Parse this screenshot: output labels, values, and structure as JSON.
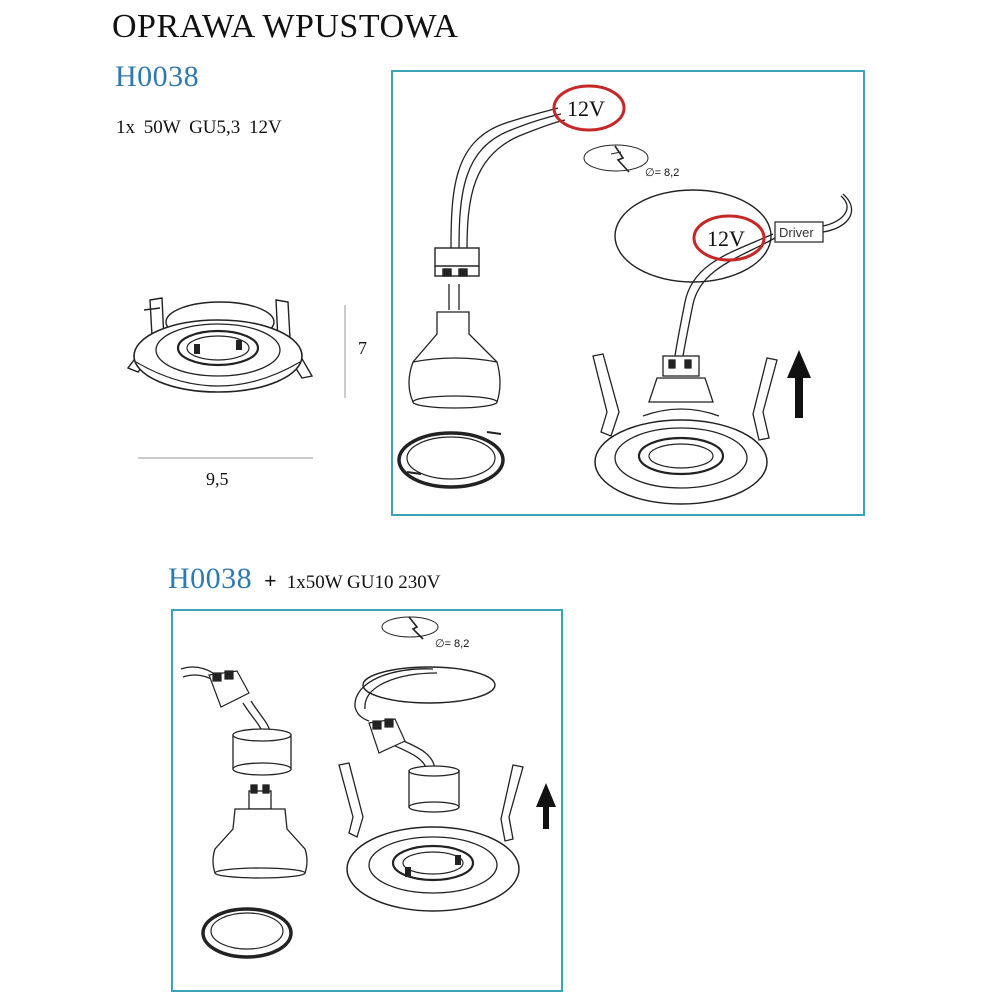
{
  "header": {
    "title": "OPRAWA WPUSTOWA",
    "model_code": "H0038",
    "spec_12v": "1x 50W   GU5,3  12V"
  },
  "dimensions": {
    "height_label": "7",
    "width_label": "9,5"
  },
  "panel_12v": {
    "voltage_label_top": "12V",
    "voltage_label_driver": "12V",
    "driver_label": "Driver",
    "hole_diameter_label": "∅= 8,2",
    "highlight_color": "#c62828",
    "border_color": "#3aa3b8"
  },
  "variant_230v": {
    "model_code": "H0038",
    "plus_sign": "+",
    "spec": "1x50W  GU10  230V",
    "hole_diameter_label": "∅= 8,2",
    "border_color": "#3aa3b8"
  },
  "icons": {
    "arrow": "up-arrow-icon",
    "ceiling_hole": "ceiling-cutout-icon"
  }
}
